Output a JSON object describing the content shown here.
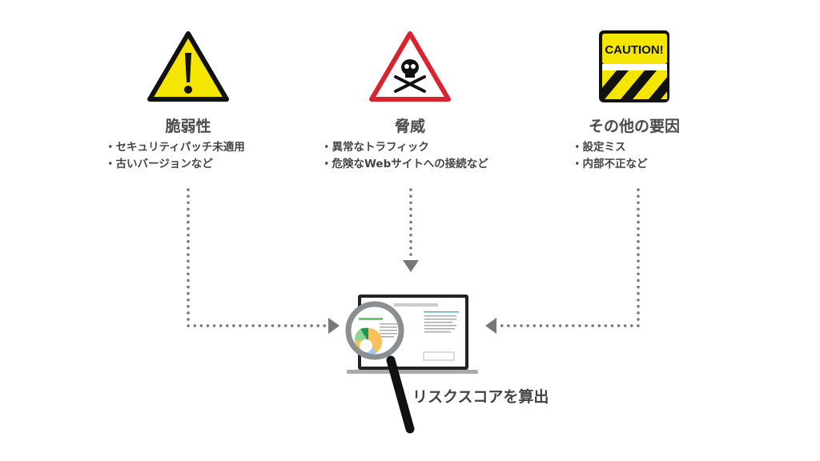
{
  "columns": [
    {
      "title": "脆弱性",
      "bullets": [
        "・セキュリティパッチ未適用",
        "・古いバージョンなど"
      ],
      "icon": "warning-exclamation-icon"
    },
    {
      "title": "脅威",
      "bullets": [
        "・異常なトラフィック",
        "・危険なWebサイトへの接続など"
      ],
      "icon": "skull-crossbones-icon"
    },
    {
      "title": "その他の要因",
      "bullets": [
        "・設定ミス",
        "・内部不正など"
      ],
      "icon": "caution-sign-icon",
      "sign_text": "CAUTION!"
    }
  ],
  "result": {
    "label": "リスクスコアを算出",
    "icon": "laptop-magnifier-icon"
  },
  "colors": {
    "yellow": "#f5e600",
    "red": "#d9232e",
    "arrow": "#777777",
    "text": "#444444"
  }
}
